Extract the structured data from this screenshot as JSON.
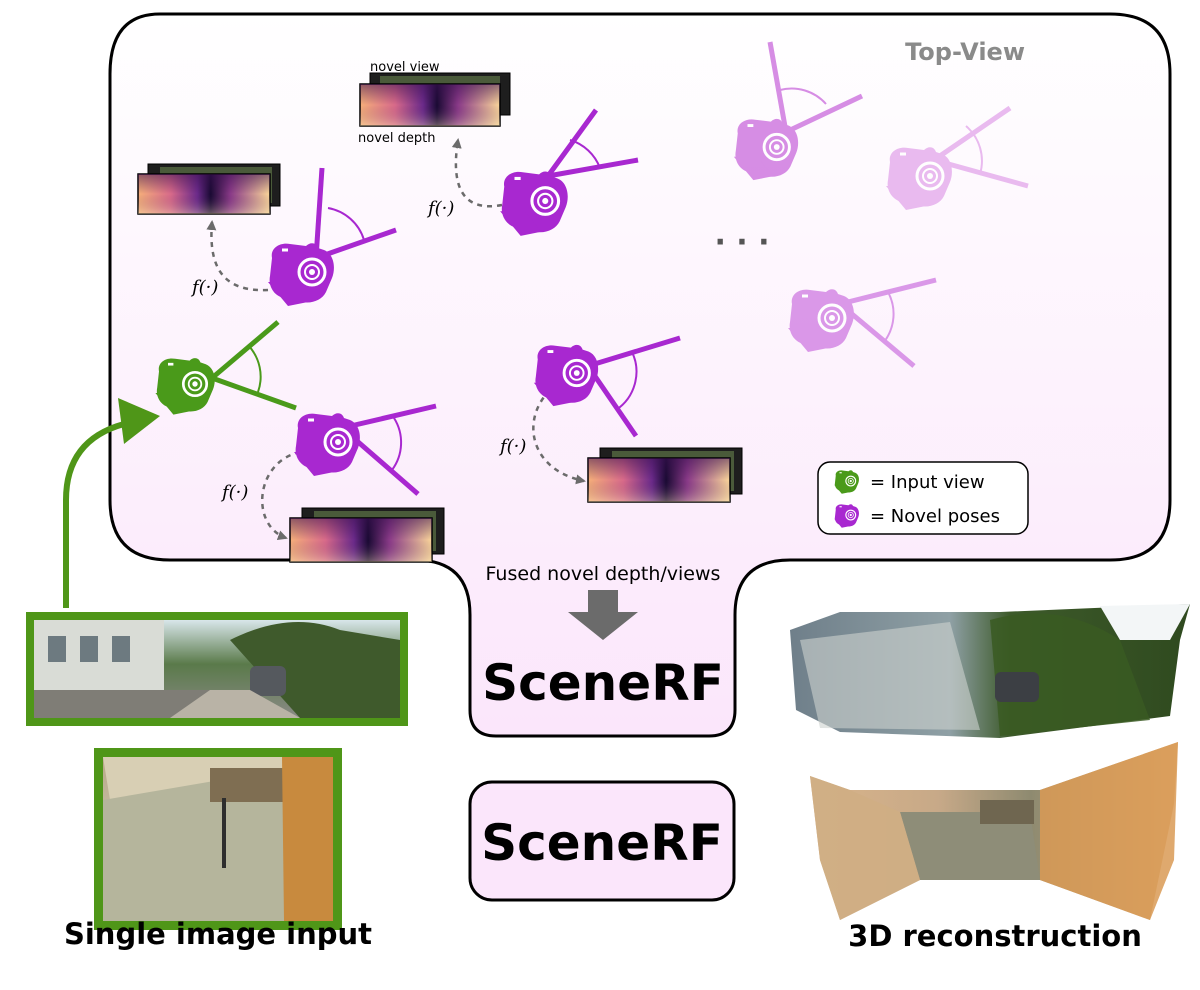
{
  "top_view": {
    "title": "Top-View"
  },
  "thumb_labels": {
    "novel_view": "novel view",
    "novel_depth": "novel depth"
  },
  "function_label": "f(·)",
  "ellipsis": "· · ·",
  "fused_label": "Fused novel depth/views",
  "model": {
    "name_top": "SceneRF",
    "name_bottom": "SceneRF"
  },
  "legend": {
    "input": "= Input view",
    "novel": "= Novel poses"
  },
  "captions": {
    "input": "Single image input",
    "output": "3D reconstruction"
  },
  "colors": {
    "input_camera": "#4a9a1a",
    "novel_camera": "#a828d0",
    "novel_camera_faded": "#d78ee6",
    "panel_fill_bottom": "#fbe6fb",
    "frame_green": "#4f9618",
    "arrow_gray": "#6b6b6b"
  },
  "icons": [
    "camera-icon",
    "down-arrow-icon"
  ]
}
